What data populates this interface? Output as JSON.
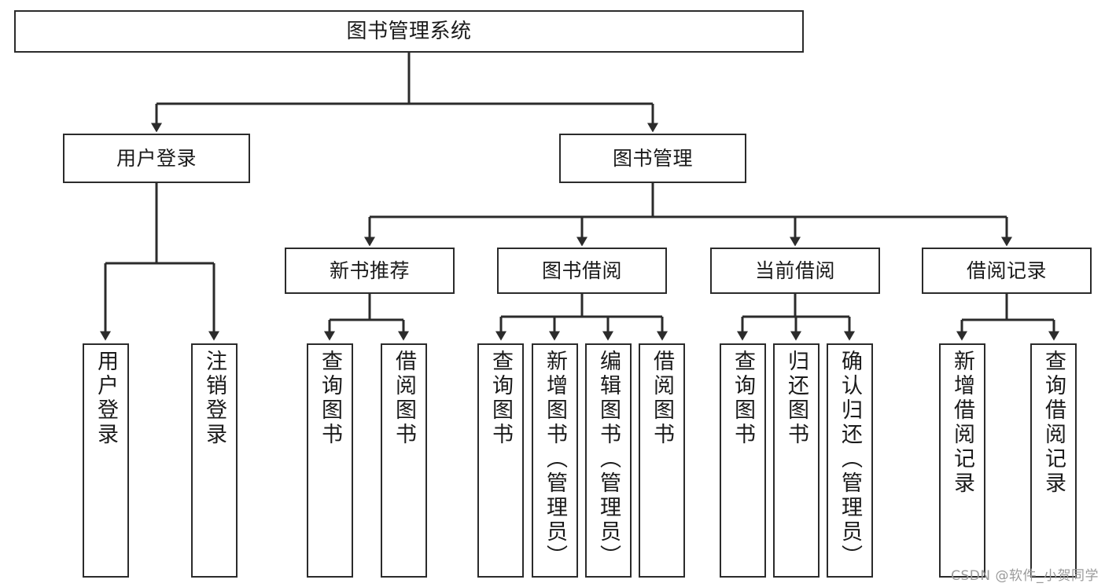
{
  "diagram": {
    "title": "图书管理系统",
    "watermark": "CSDN @软件_小贺同学",
    "line_color": "#2b2b2b",
    "box_fill": "#ffffff",
    "page_bg": "#ffffff",
    "root": {
      "label": "图书管理系统"
    },
    "level1": [
      {
        "label": "用户登录"
      },
      {
        "label": "图书管理"
      }
    ],
    "level2": [
      {
        "label": "新书推荐"
      },
      {
        "label": "图书借阅"
      },
      {
        "label": "当前借阅"
      },
      {
        "label": "借阅记录"
      }
    ],
    "leaves": {
      "user_login": [
        {
          "label": "用户登录"
        },
        {
          "label": "注销登录"
        }
      ],
      "new_book": [
        {
          "label": "查询图书"
        },
        {
          "label": "借阅图书"
        }
      ],
      "book_borrow": [
        {
          "label": "查询图书"
        },
        {
          "label": "新增图书（管理员）"
        },
        {
          "label": "编辑图书（管理员）"
        },
        {
          "label": "借阅图书"
        }
      ],
      "current_borrow": [
        {
          "label": "查询图书"
        },
        {
          "label": "归还图书"
        },
        {
          "label": "确认归还（管理员）"
        }
      ],
      "borrow_record": [
        {
          "label": "新增借阅记录"
        },
        {
          "label": "查询借阅记录"
        }
      ]
    }
  }
}
